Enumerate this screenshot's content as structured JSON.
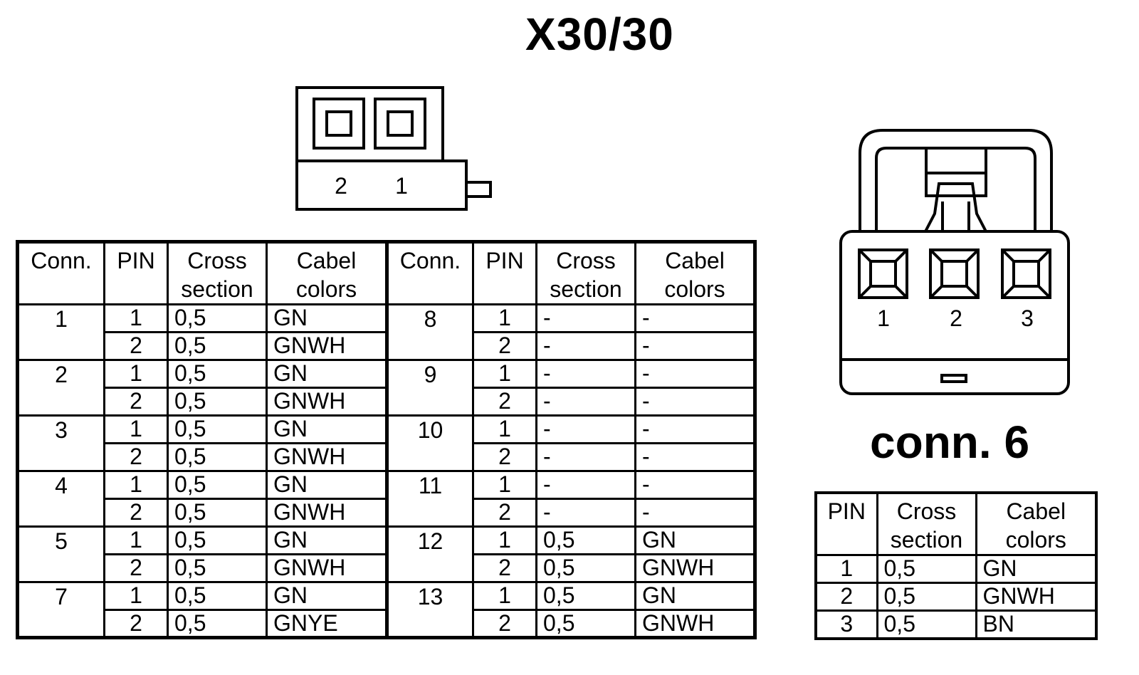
{
  "title": "X30/30",
  "connector_x30": {
    "pin_labels": [
      "2",
      "1"
    ]
  },
  "connector_6": {
    "title": "conn. 6",
    "pin_labels": [
      "1",
      "2",
      "3"
    ]
  },
  "main_table": {
    "headers": [
      "Conn.",
      "PIN",
      "Cross section",
      "Cabel colors",
      "Conn.",
      "PIN",
      "Cross section",
      "Cabel colors"
    ],
    "left_groups": [
      {
        "conn": "1",
        "rows": [
          {
            "pin": "1",
            "cross": "0,5",
            "color": "GN"
          },
          {
            "pin": "2",
            "cross": "0,5",
            "color": "GNWH"
          }
        ]
      },
      {
        "conn": "2",
        "rows": [
          {
            "pin": "1",
            "cross": "0,5",
            "color": "GN"
          },
          {
            "pin": "2",
            "cross": "0,5",
            "color": "GNWH"
          }
        ]
      },
      {
        "conn": "3",
        "rows": [
          {
            "pin": "1",
            "cross": "0,5",
            "color": "GN"
          },
          {
            "pin": "2",
            "cross": "0,5",
            "color": "GNWH"
          }
        ]
      },
      {
        "conn": "4",
        "rows": [
          {
            "pin": "1",
            "cross": "0,5",
            "color": "GN"
          },
          {
            "pin": "2",
            "cross": "0,5",
            "color": "GNWH"
          }
        ]
      },
      {
        "conn": "5",
        "rows": [
          {
            "pin": "1",
            "cross": "0,5",
            "color": "GN"
          },
          {
            "pin": "2",
            "cross": "0,5",
            "color": "GNWH"
          }
        ]
      },
      {
        "conn": "7",
        "rows": [
          {
            "pin": "1",
            "cross": "0,5",
            "color": "GN"
          },
          {
            "pin": "2",
            "cross": "0,5",
            "color": "GNYE"
          }
        ]
      }
    ],
    "right_groups": [
      {
        "conn": "8",
        "rows": [
          {
            "pin": "1",
            "cross": "-",
            "color": "-"
          },
          {
            "pin": "2",
            "cross": "-",
            "color": "-"
          }
        ]
      },
      {
        "conn": "9",
        "rows": [
          {
            "pin": "1",
            "cross": "-",
            "color": "-"
          },
          {
            "pin": "2",
            "cross": "-",
            "color": "-"
          }
        ]
      },
      {
        "conn": "10",
        "rows": [
          {
            "pin": "1",
            "cross": "-",
            "color": "-"
          },
          {
            "pin": "2",
            "cross": "-",
            "color": "-"
          }
        ]
      },
      {
        "conn": "11",
        "rows": [
          {
            "pin": "1",
            "cross": "-",
            "color": "-"
          },
          {
            "pin": "2",
            "cross": "-",
            "color": "-"
          }
        ]
      },
      {
        "conn": "12",
        "rows": [
          {
            "pin": "1",
            "cross": "0,5",
            "color": "GN"
          },
          {
            "pin": "2",
            "cross": "0,5",
            "color": "GNWH"
          }
        ]
      },
      {
        "conn": "13",
        "rows": [
          {
            "pin": "1",
            "cross": "0,5",
            "color": "GN"
          },
          {
            "pin": "2",
            "cross": "0,5",
            "color": "GNWH"
          }
        ]
      }
    ]
  },
  "conn6_table": {
    "headers": [
      "PIN",
      "Cross section",
      "Cabel colors"
    ],
    "rows": [
      {
        "pin": "1",
        "cross": "0,5",
        "color": "GN"
      },
      {
        "pin": "2",
        "cross": "0,5",
        "color": "GNWH"
      },
      {
        "pin": "3",
        "cross": "0,5",
        "color": "BN"
      }
    ]
  }
}
